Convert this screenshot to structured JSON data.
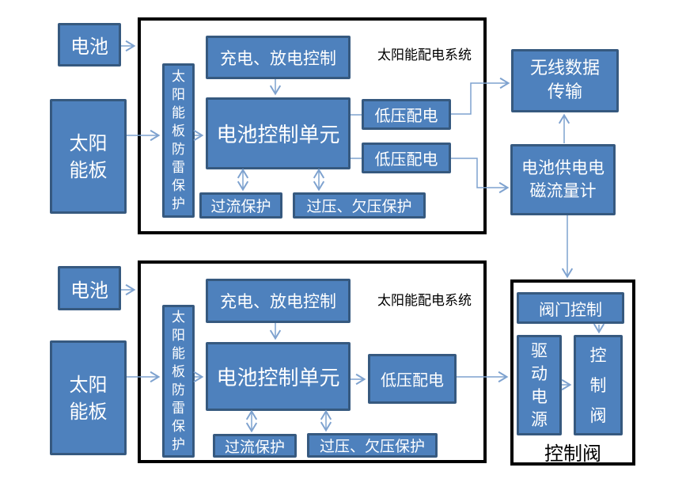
{
  "colors": {
    "box_fill": "#4E81BD",
    "box_border": "#36597F",
    "connector": "#7EA2CF",
    "group_border": "#000000",
    "box_text": "#FFFFFF",
    "label_text": "#000000",
    "background": "#FFFFFF"
  },
  "top_system": {
    "label": "太阳能配电系统",
    "battery": "电池",
    "solar_panel": "太阳\n能板",
    "lightning_protection": "太\n阳\n能\n板\n防\n雷\n保\n护",
    "charge_control": "充电、放电控制",
    "battery_control_unit": "电池控制单元",
    "low_voltage_1": "低压配电",
    "low_voltage_2": "低压配电",
    "overcurrent": "过流保护",
    "over_under_voltage": "过压、欠压保护"
  },
  "bottom_system": {
    "label": "太阳能配电系统",
    "battery": "电池",
    "solar_panel": "太阳\n能板",
    "lightning_protection": "太\n阳\n能\n板\n防\n雷\n保\n护",
    "charge_control": "充电、放电控制",
    "battery_control_unit": "电池控制单元",
    "low_voltage": "低压配电",
    "overcurrent": "过流保护",
    "over_under_voltage": "过压、欠压保护"
  },
  "telemetry": {
    "wireless_transmission": "无线数据\n传输",
    "flowmeter": "电池供电电\n磁流量计"
  },
  "valve_group": {
    "label": "控制阀",
    "valve_control": "阀门控制",
    "drive_power": "驱\n动\n电\n源",
    "control_valve": "控\n制\n阀"
  }
}
